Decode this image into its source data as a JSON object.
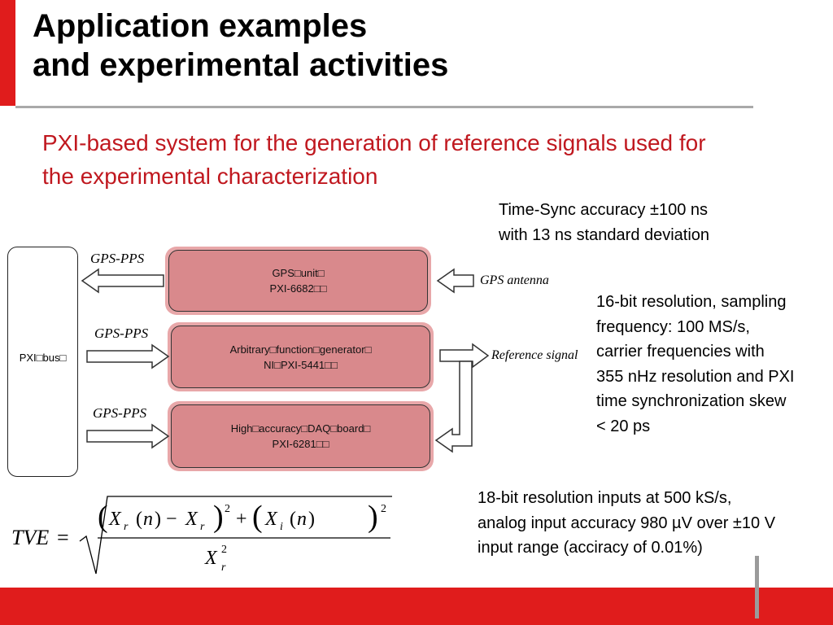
{
  "slide": {
    "title_line1": "Application examples",
    "title_line2": "and experimental activities",
    "subtitle_line1": "PXI-based system for the generation of reference signals used for",
    "subtitle_line2": "the experimental characterization"
  },
  "notes": {
    "sync": [
      "Time-Sync accuracy ±100 ns",
      "with 13 ns standard deviation"
    ],
    "awg": [
      "16-bit resolution, sampling",
      "frequency: 100 MS/s,",
      "carrier frequencies with",
      "355 nHz resolution and PXI",
      "time synchronization skew",
      "< 20 ps"
    ],
    "daq": [
      "18-bit resolution inputs at 500 kS/s,",
      "analog input accuracy 980 µV over ±10 V",
      "input range (acciracy of 0.01%)"
    ]
  },
  "diagram": {
    "pxi_bus_label": "PXI□bus□",
    "gps_pps_labels": [
      "GPS-PPS",
      "GPS-PPS",
      "GPS-PPS"
    ],
    "gps_antenna_label": "GPS antenna",
    "reference_signal_label": "Reference signal",
    "modules": {
      "gps": [
        "GPS□unit□",
        "PXI-6682□□"
      ],
      "awg": [
        "Arbitrary□function□generator□",
        "NI□PXI-5441□□"
      ],
      "daq": [
        "High□accuracy□DAQ□board□",
        "PXI-6281□□"
      ]
    },
    "colors": {
      "module_fill": "#d9898c",
      "module_halo": "#e8a7a9",
      "accent_red": "#e01c1c",
      "subtitle_red": "#c0181f"
    }
  },
  "formula": {
    "lhs": "TVE",
    "equals": "=",
    "X": "X",
    "sub_r": "r",
    "sub_i": "i",
    "n": "n",
    "exp": "2",
    "minus": "−",
    "plus": "+"
  }
}
